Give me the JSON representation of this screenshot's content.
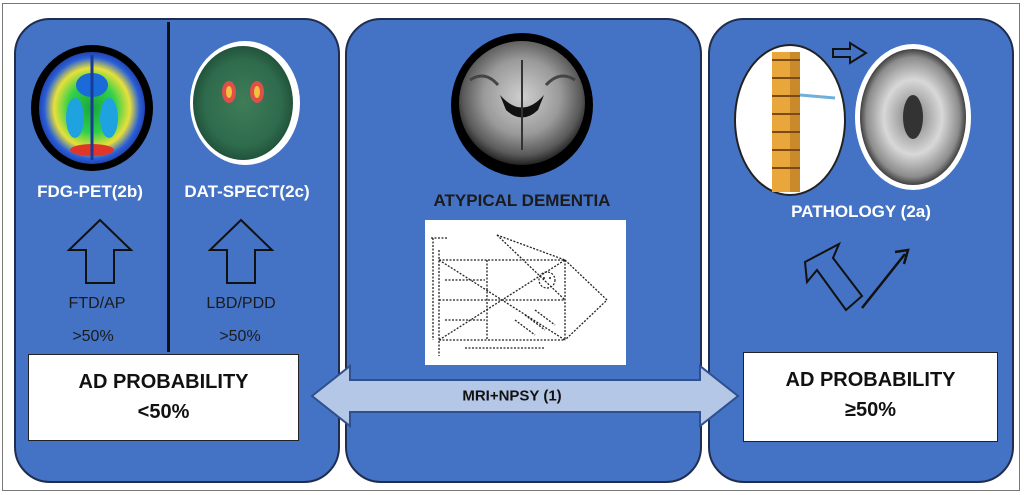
{
  "left_panel": {
    "fdg_label": "FDG-PET(2b)",
    "dat_label": "DAT-SPECT(2c)",
    "ftd_label": "FTD/AP",
    "lbd_label": "LBD/PDD",
    "pct_left": ">50%",
    "pct_right": ">50%",
    "box_line1": "AD PROBABILITY",
    "box_line2": "<50%"
  },
  "middle_panel": {
    "title": "ATYPICAL DEMENTIA",
    "arrow_label": "MRI+NPSY (1)"
  },
  "right_panel": {
    "title": "PATHOLOGY (2a)",
    "box_line1": "AD PROBABILITY",
    "box_line2": "≥50%"
  },
  "colors": {
    "panel": "#4472c4",
    "panel_border": "#1f2d4e",
    "arrow_fill": "#b4c7e7"
  }
}
